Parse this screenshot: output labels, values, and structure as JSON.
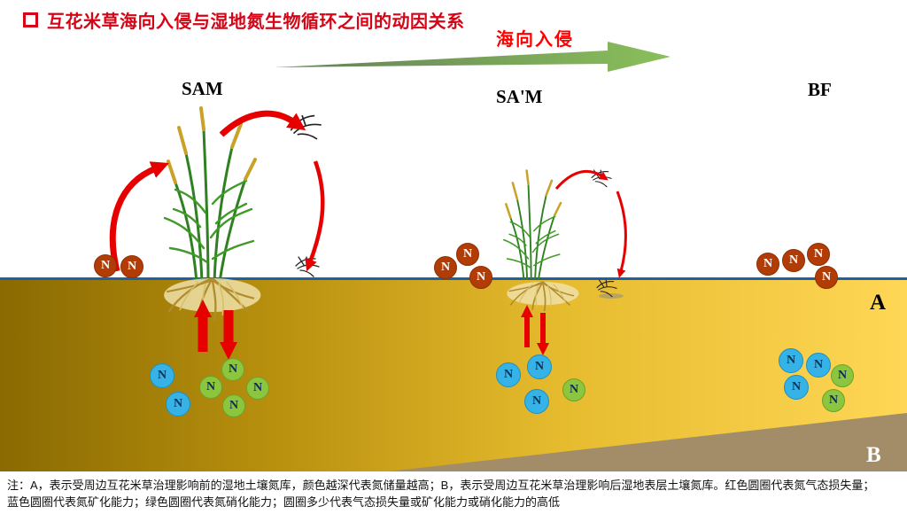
{
  "labels": {
    "n": "N"
  },
  "title": {
    "text": "互花米草海向入侵与湿地氮生物循环之间的动因关系"
  },
  "invasion": {
    "label": "海向入侵"
  },
  "columns": [
    {
      "label": "SAM",
      "gas_loss_circles": 2,
      "mineralization_circles": 2,
      "nitrification_circles": 4
    },
    {
      "label": "SA'M",
      "gas_loss_circles": 3,
      "mineralization_circles": 3,
      "nitrification_circles": 1
    },
    {
      "label": "BF",
      "gas_loss_circles": 4,
      "mineralization_circles": 3,
      "nitrification_circles": 2
    }
  ],
  "zones": {
    "a": "A",
    "b": "B"
  },
  "notes": {
    "line1": "注：A，表示受周边互花米草治理影响前的湿地土壤氮库，颜色越深代表氮储量越高；B，表示受周边互花米草治理影响后湿地表层土壤氮库。红色圆圈代表氮气态损失量；",
    "line2": "蓝色圆圈代表氮矿化能力；绿色圆圈代表氮硝化能力；圆圈多少代表气态损失量或矿化能力或硝化能力的高低"
  },
  "colors": {
    "title_red": "#d40517",
    "arrow_red": "#e60000",
    "gas_loss_red": "#b23c06",
    "mineralization_blue": "#36b3e6",
    "nitrification_green": "#8cc63f",
    "invasion_green_start": "#647f5a",
    "invasion_green_end": "#8abf5a",
    "surface_line_blue": "#1f5fa6",
    "soil_dark": "#8a6a02",
    "soil_light": "#ffd756",
    "wedge_brown": "#a28d68"
  }
}
